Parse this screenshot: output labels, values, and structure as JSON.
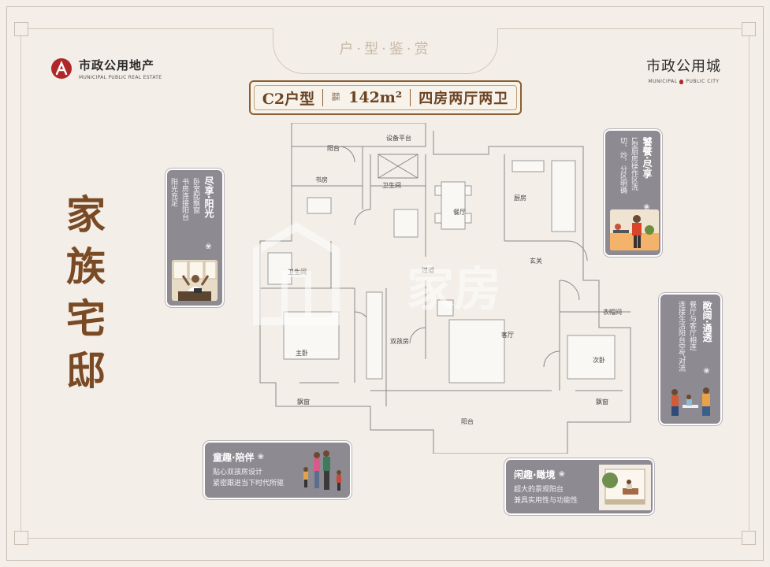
{
  "header": {
    "title": "户·型·鉴·赏"
  },
  "brand_left": {
    "name": "市政公用地产",
    "en": "MUNICIPAL PUBLIC REAL ESTATE"
  },
  "brand_right": {
    "name": "市政公用城",
    "en_left": "MUNICIPAL",
    "en_right": "PUBLIC CITY"
  },
  "unit": {
    "type": "C2户型",
    "area_label": "建筑面积",
    "area": "142m²",
    "layout": "四房两厅两卫"
  },
  "headline": [
    "家",
    "族",
    "宅",
    "邸"
  ],
  "cards": {
    "sunshine": {
      "title": "尽享·阳光",
      "desc": [
        "卧室配飘窗",
        "书房连接阳台",
        "阳光充足"
      ]
    },
    "kitchen": {
      "title": "饕餮·尽享",
      "desc": [
        "L型厨房操作区洗",
        "切、炒，分区明确"
      ]
    },
    "open": {
      "title": "敞阔·通透",
      "desc": [
        "餐厅与客厅相连",
        "连接生活阳台空气对流"
      ]
    },
    "kids": {
      "title": "童趣·陪伴",
      "desc": [
        "贴心双孩房设计",
        "紧密跟进当下时代所驱"
      ]
    },
    "leisure": {
      "title": "闲趣·瞰境",
      "desc": [
        "超大的景观阳台",
        "兼具实用性与功能性"
      ]
    }
  },
  "rooms": {
    "balcony_top": "阳台",
    "equipment": "设备平台",
    "study": "书房",
    "bath2": "卫生间",
    "dining": "餐厅",
    "kitchen": "厨房",
    "entrance": "玄关",
    "bath1": "卫生间",
    "corridor": "过道",
    "cloak": "衣帽间",
    "master": "主卧",
    "twins": "双孩房",
    "living": "客厅",
    "second": "次卧",
    "bay1": "飘窗",
    "bay2": "飘窗",
    "balcony_bottom": "阳台"
  },
  "watermark": "家房",
  "colors": {
    "accent": "#7a4a25",
    "card": "#8e8a92",
    "background": "#f3eee7",
    "logo_red": "#b0272a"
  }
}
